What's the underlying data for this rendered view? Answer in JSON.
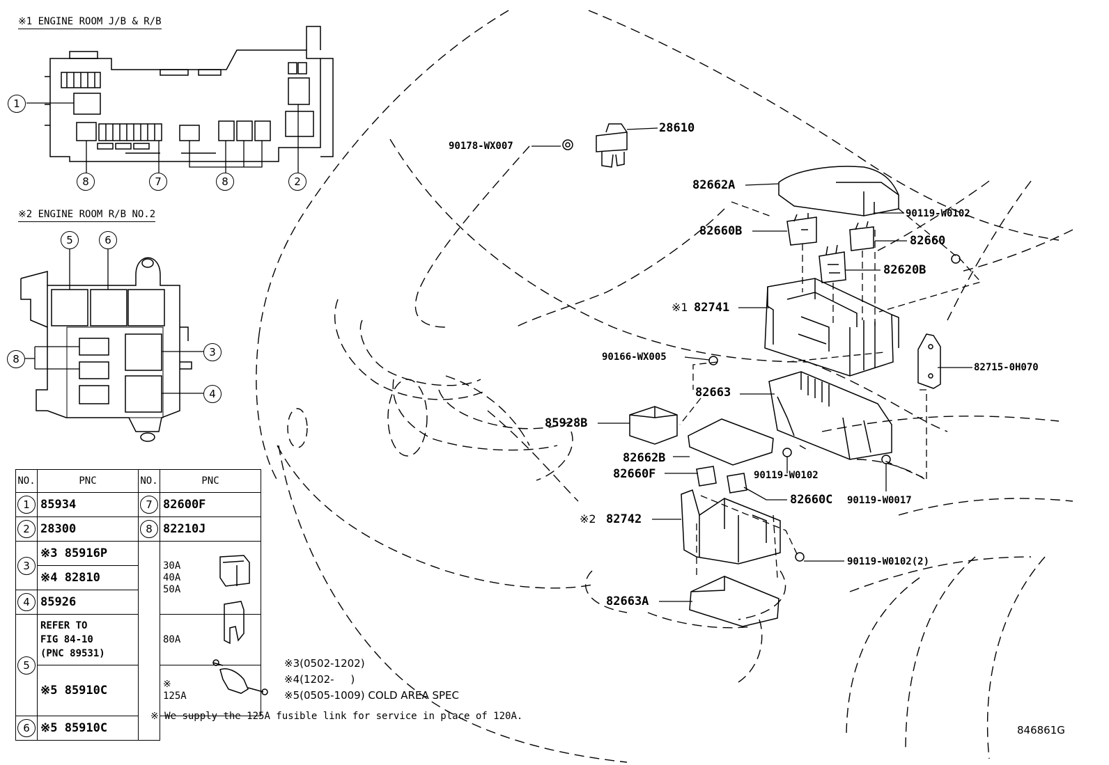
{
  "section1": {
    "title": "※1 ENGINE ROOM J/B & R/B"
  },
  "section2": {
    "title": "※2 ENGINE ROOM R/B NO.2"
  },
  "callouts": {
    "c1": "1",
    "c2": "2",
    "c3": "3",
    "c4": "4",
    "c5": "5",
    "c6": "6",
    "c7": "7",
    "c8": "8"
  },
  "parts": {
    "p28610": "28610",
    "p90178": "90178-WX007",
    "p82662A": "82662A",
    "p90119a": "90119-W0102",
    "p82660B": "82660B",
    "p82660": "82660",
    "p82620B": "82620B",
    "p82741": "82741",
    "mark82741": "※1",
    "p90166": "90166-WX005",
    "p82715": "82715-0H070",
    "p82663": "82663",
    "p85928B": "85928B",
    "p82662B": "82662B",
    "p82660F": "82660F",
    "p90119b": "90119-W0102",
    "p82660C": "82660C",
    "p90119c": "90119-W0017",
    "p82742": "82742",
    "mark82742": "※2",
    "p90119d": "90119-W0102(2)",
    "p82663A": "82663A"
  },
  "table": {
    "h_no": "NO.",
    "h_pnc": "PNC",
    "h_no2": "NO.",
    "h_pnc2": "PNC",
    "r1_no": "1",
    "r1_pnc": "85934",
    "r2_no": "2",
    "r2_pnc": "28300",
    "r3_no": "3",
    "r3a_pnc": "※3 85916P",
    "r3b_pnc": "※4 82810",
    "r4_no": "4",
    "r4_pnc": "85926",
    "r5_no": "5",
    "r5a_l1": "REFER TO",
    "r5a_l2": "FIG 84-10",
    "r5a_l3": "(PNC 89531)",
    "r5b_pnc": "※5 85910C",
    "r6_no": "6",
    "r6_pnc": "※5 85910C",
    "r7_no": "7",
    "r7_pnc": "82600F",
    "r8_no": "8",
    "r8_pnc": "82210J",
    "amp_a1": "30A",
    "amp_a2": "40A",
    "amp_a3": "50A",
    "amp_b": "80A",
    "amp_c1": "※",
    "amp_c2": "125A"
  },
  "notes": {
    "n3": "※3(0502-1202)",
    "n4": "※4(1202-     )",
    "n5": "※5(0505-1009) COLD AREA SPEC",
    "supply": "※ We supply the 125A fusible link for service in place of 120A."
  },
  "figure_id": "846861G"
}
